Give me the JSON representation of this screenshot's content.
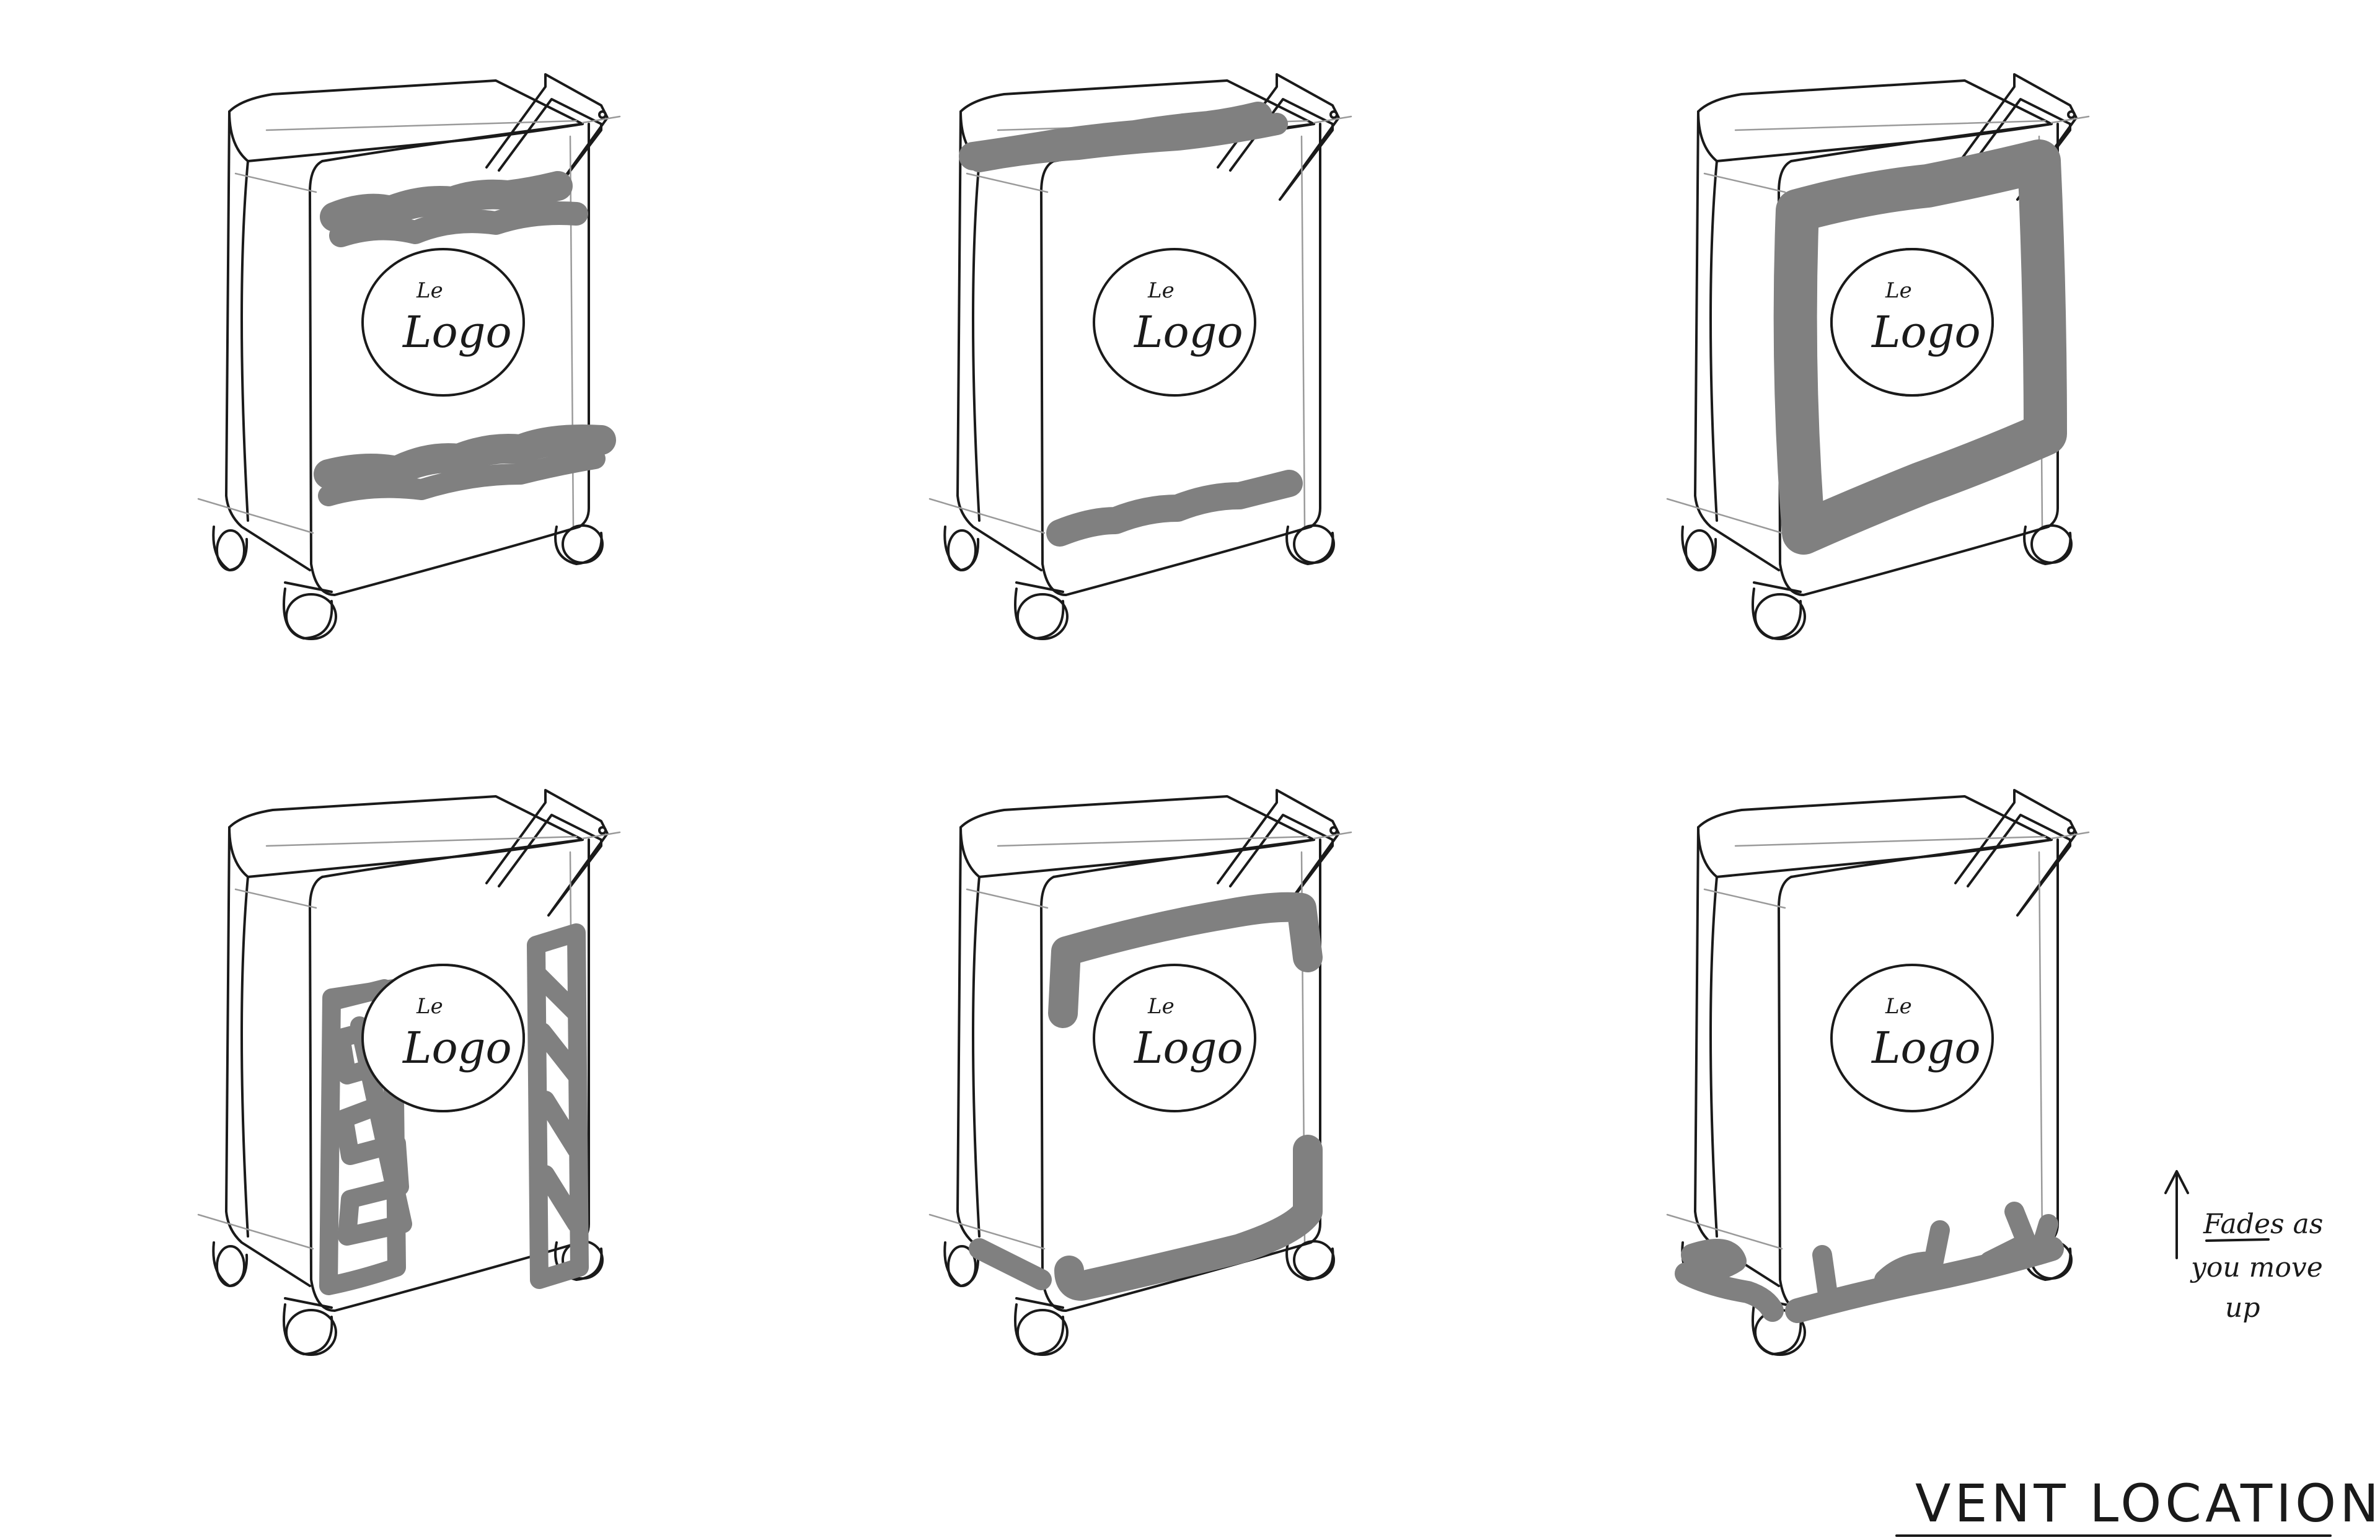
{
  "colors": {
    "ink": "#1a1a1a",
    "vent": "#808080",
    "guide": "#9a9a9a"
  },
  "logo": {
    "line1": "Le",
    "line2": "Logo"
  },
  "title": "VENT LOCATIONS",
  "annotation": {
    "line1": "Fades as",
    "line2": "you move",
    "line3": "up",
    "icon": "up-arrow-icon"
  }
}
